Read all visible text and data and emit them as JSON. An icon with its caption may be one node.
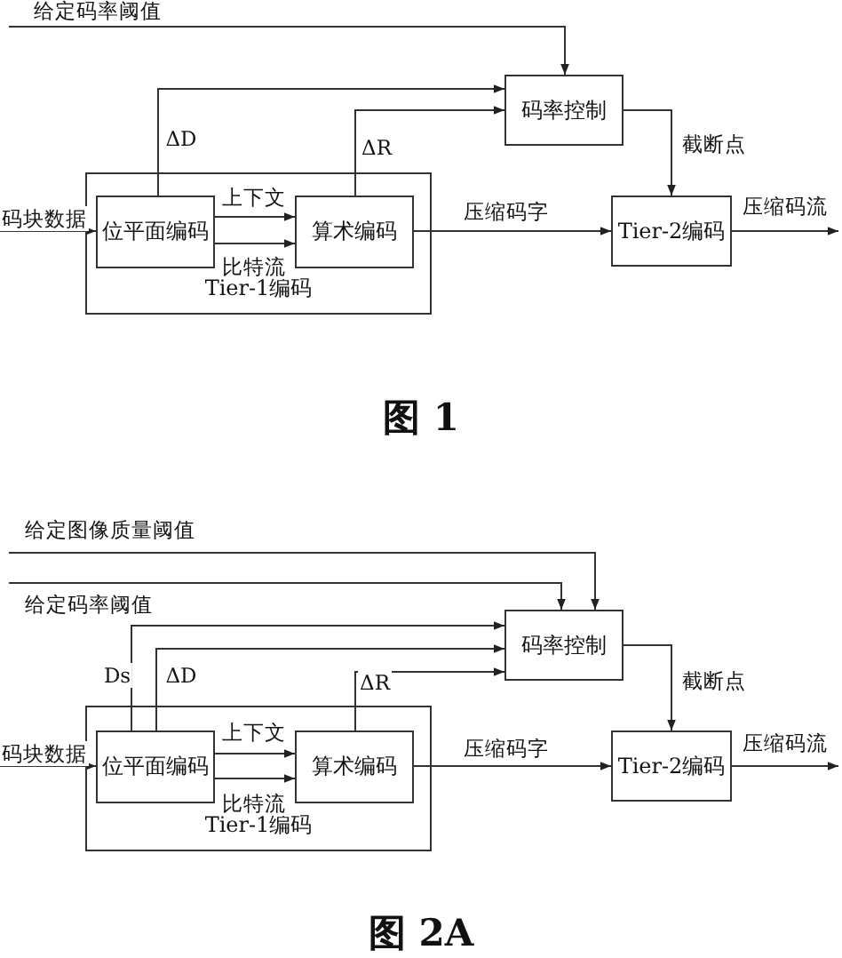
{
  "diagram": {
    "nodes": [
      {
        "text": [
          "Tier-1编码"
        ]
      },
      {
        "text": [
          "位平面编码"
        ],
        "in": 0
      },
      {
        "text": [
          "算术编码"
        ],
        "in": 0
      },
      {
        "text": [
          "码率控制"
        ]
      },
      {
        "text": [
          "Tier-2编码"
        ]
      },
      {
        "text": [
          "Tier-1编码"
        ]
      },
      {
        "text": [
          "位平面编码"
        ],
        "in": 5
      },
      {
        "text": [
          "算术编码"
        ],
        "in": 5
      },
      {
        "text": [
          "码率控制"
        ]
      },
      {
        "text": [
          "Tier-2编码"
        ]
      }
    ],
    "edges": [
      {
        "from": null,
        "to": 1,
        "arrow": "to",
        "label": "码块数据"
      },
      {
        "from": 1,
        "to": 2,
        "arrow": "to",
        "label": "上下文"
      },
      {
        "from": 1,
        "to": 2,
        "arrow": "to",
        "label": "比特流"
      },
      {
        "from": 1,
        "to": 3,
        "arrow": "to",
        "label": "ΔD"
      },
      {
        "from": 2,
        "to": 3,
        "arrow": "to",
        "label": "ΔR"
      },
      {
        "from": null,
        "to": 3,
        "arrow": "to",
        "label": "给定码率阈值"
      },
      {
        "from": 3,
        "to": 4,
        "arrow": "to",
        "label": "截断点"
      },
      {
        "from": 2,
        "to": 4,
        "arrow": "to",
        "label": "压缩码字"
      },
      {
        "from": 4,
        "to": null,
        "arrow": "to",
        "label": "压缩码流"
      },
      {
        "from": null,
        "to": 6,
        "arrow": "to",
        "label": "码块数据"
      },
      {
        "from": 6,
        "to": 7,
        "arrow": "to",
        "label": "上下文"
      },
      {
        "from": 6,
        "to": 7,
        "arrow": "to",
        "label": "比特流"
      },
      {
        "from": 6,
        "to": 8,
        "arrow": "to",
        "label": "Ds"
      },
      {
        "from": 6,
        "to": 8,
        "arrow": "to",
        "label": "ΔD"
      },
      {
        "from": 7,
        "to": 8,
        "arrow": "to",
        "label": "ΔR"
      },
      {
        "from": null,
        "to": 8,
        "arrow": "to",
        "label": "给定码率阈值"
      },
      {
        "from": null,
        "to": 8,
        "arrow": "to",
        "label": "给定图像质量阈值"
      },
      {
        "from": 8,
        "to": 9,
        "arrow": "to",
        "label": "截断点"
      },
      {
        "from": 7,
        "to": 9,
        "arrow": "to",
        "label": "压缩码字"
      },
      {
        "from": 9,
        "to": null,
        "arrow": "to",
        "label": "压缩码流"
      }
    ],
    "labels": [
      "图 1",
      "图 2A"
    ]
  }
}
